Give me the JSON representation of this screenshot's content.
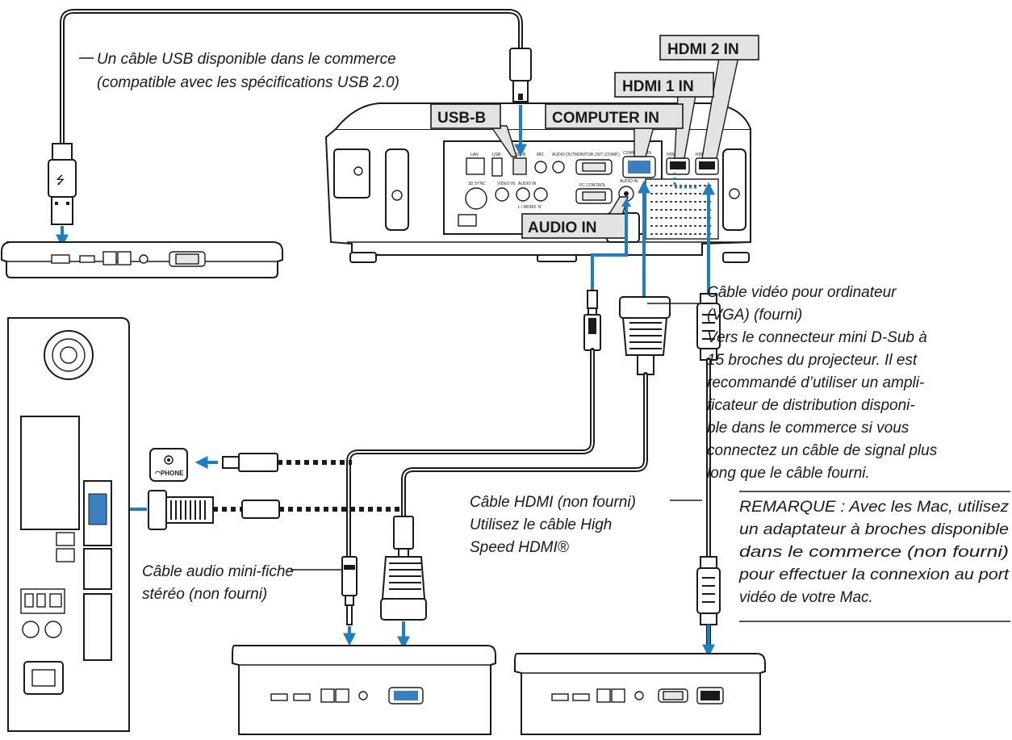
{
  "port_labels": {
    "hdmi2": "HDMI 2 IN",
    "hdmi1": "HDMI 1 IN",
    "usb_b": "USB-B",
    "computer_in": "COMPUTER IN",
    "audio_in": "AUDIO IN"
  },
  "projector_panel_labels": {
    "lan": "LAN",
    "usb": "USB",
    "usb_b": "USB-B",
    "mic": "MIC",
    "audio_out": "AUDIO OUT",
    "monitor_out": "MONITOR OUT (COMP.)",
    "computer_in": "COMPUTER IN",
    "hdmi1": "HDMI 1 IN",
    "hdmi2": "HDMI 2 IN",
    "sync_3d": "3D SYNC",
    "video_in": "VIDEO IN",
    "audio_in_lr": "AUDIO IN",
    "l_mono": "L / MONO",
    "r": "R",
    "pc_control": "PC CONTROL",
    "audio_in": "AUDIO IN"
  },
  "phone_label": "PHONE",
  "captions": {
    "usb_cable": [
      "Un câble USB disponible dans le commerce",
      "(compatible avec les spécifications USB 2.0)"
    ],
    "vga_cable": [
      "Câble vidéo pour ordinateur",
      "(VGA) (fourni)",
      "Vers le connecteur mini D-Sub à",
      "15 broches du projecteur. Il est",
      "recommandé d’utiliser un ampli-",
      "ficateur de distribution disponi-",
      "ble dans le commerce si vous",
      "connectez un câble de signal plus",
      "long que le câble fourni."
    ],
    "remarque": [
      "REMARQUE : Avec les Mac, utilisez",
      "un adaptateur à broches disponible",
      "dans le commerce (non fourni)",
      "pour effectuer la connexion au port",
      "vidéo de votre Mac."
    ],
    "hdmi_cable": [
      "Câble HDMI (non fourni)",
      "Utilisez le câble High",
      "Speed HDMI®"
    ],
    "audio_cable": [
      "Câble audio mini-fiche",
      "stéréo (non fourni)"
    ]
  }
}
